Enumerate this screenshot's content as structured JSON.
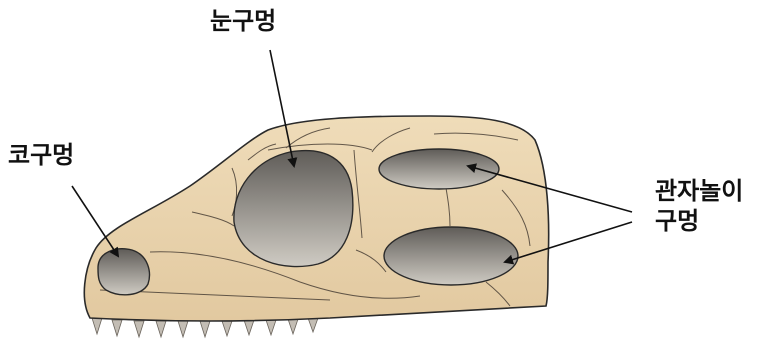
{
  "labels": {
    "eye_opening": "눈구멍",
    "nose_opening": "코구멍",
    "temporal_opening_line1": "관자놀이",
    "temporal_opening_line2": "구멍"
  },
  "colors": {
    "bone_fill": "#e8d4b0",
    "bone_outline": "#2a2a2a",
    "opening_dark": "#6d6a66",
    "opening_light": "#c9c5bd",
    "suture": "#4a4036",
    "arrow": "#111111",
    "tooth": "#b8b2aa"
  }
}
